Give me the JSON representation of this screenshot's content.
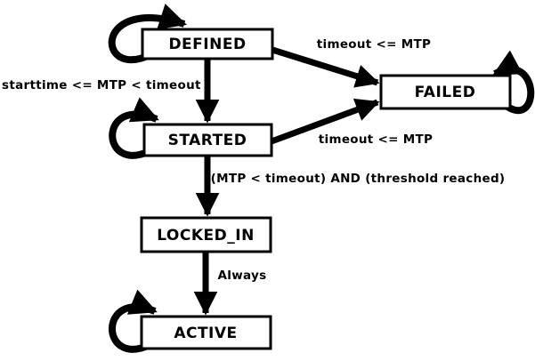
{
  "diagram": {
    "type": "state-machine",
    "colors": {
      "background": "#ffffff",
      "line": "#000000",
      "node_fill": "#ffffff",
      "text": "#000000"
    },
    "states": [
      {
        "id": "defined",
        "label": "DEFINED",
        "has_self_loop": true
      },
      {
        "id": "started",
        "label": "STARTED",
        "has_self_loop": true
      },
      {
        "id": "locked_in",
        "label": "LOCKED_IN",
        "has_self_loop": false
      },
      {
        "id": "active",
        "label": "ACTIVE",
        "has_self_loop": true
      },
      {
        "id": "failed",
        "label": "FAILED",
        "has_self_loop": true
      }
    ],
    "transitions": [
      {
        "from": "DEFINED",
        "to": "DEFINED",
        "label": ""
      },
      {
        "from": "DEFINED",
        "to": "FAILED",
        "label": "timeout <= MTP"
      },
      {
        "from": "DEFINED",
        "to": "STARTED",
        "label": "starttime <= MTP < timeout"
      },
      {
        "from": "STARTED",
        "to": "STARTED",
        "label": ""
      },
      {
        "from": "STARTED",
        "to": "FAILED",
        "label": "timeout <= MTP"
      },
      {
        "from": "STARTED",
        "to": "LOCKED_IN",
        "label": "(MTP < timeout) AND (threshold reached)"
      },
      {
        "from": "LOCKED_IN",
        "to": "ACTIVE",
        "label": "Always"
      },
      {
        "from": "ACTIVE",
        "to": "ACTIVE",
        "label": ""
      },
      {
        "from": "FAILED",
        "to": "FAILED",
        "label": ""
      }
    ]
  }
}
